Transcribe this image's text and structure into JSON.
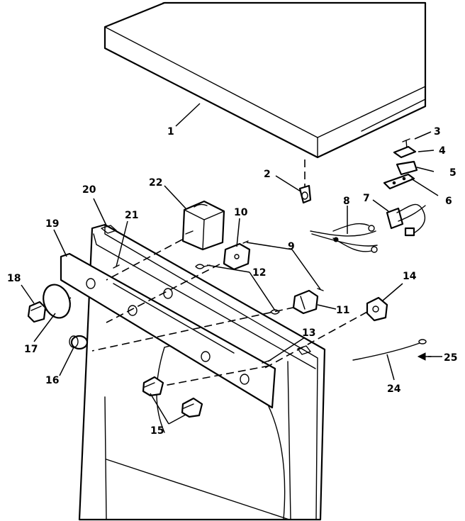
{
  "diagram": {
    "callouts": [
      {
        "id": "1",
        "label": "1"
      },
      {
        "id": "2",
        "label": "2"
      },
      {
        "id": "3",
        "label": "3"
      },
      {
        "id": "4",
        "label": "4"
      },
      {
        "id": "5",
        "label": "5"
      },
      {
        "id": "6",
        "label": "6"
      },
      {
        "id": "7",
        "label": "7"
      },
      {
        "id": "8",
        "label": "8"
      },
      {
        "id": "9",
        "label": "9"
      },
      {
        "id": "10",
        "label": "10"
      },
      {
        "id": "11",
        "label": "11"
      },
      {
        "id": "12",
        "label": "12"
      },
      {
        "id": "13",
        "label": "13"
      },
      {
        "id": "14",
        "label": "14"
      },
      {
        "id": "15",
        "label": "15"
      },
      {
        "id": "16",
        "label": "16"
      },
      {
        "id": "17",
        "label": "17"
      },
      {
        "id": "18",
        "label": "18"
      },
      {
        "id": "19",
        "label": "19"
      },
      {
        "id": "20",
        "label": "20"
      },
      {
        "id": "21",
        "label": "21"
      },
      {
        "id": "22",
        "label": "22"
      },
      {
        "id": "24",
        "label": "24"
      },
      {
        "id": "25",
        "label": "25"
      }
    ]
  }
}
